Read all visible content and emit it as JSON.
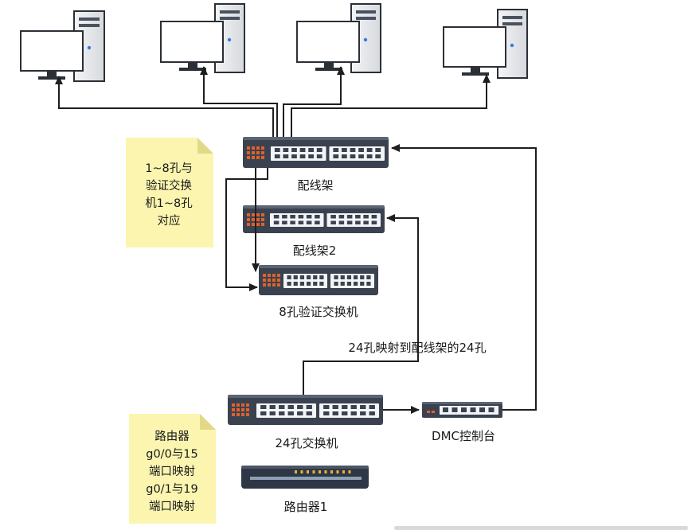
{
  "labels": {
    "patch_panel": "配线架",
    "patch_panel_2": "配线架2",
    "verify_switch": "8孔验证交换机",
    "mapping": "24孔映射到配线架的24孔",
    "switch_24": "24孔交换机",
    "dmc": "DMC控制台",
    "router": "路由器1"
  },
  "notes": {
    "ports": [
      "1~8孔与",
      "验证交换",
      "机1~8孔",
      "对应"
    ],
    "router": [
      "路由器",
      "g0/0与15",
      "端口映射",
      "g0/1与19",
      "端口映射"
    ]
  },
  "colors": {
    "device_body": "#3a4250",
    "port_white": "#f2f4f6",
    "orange_port": "#e0622a",
    "note_fill": "#fbf5b0",
    "note_fold": "#e2d988",
    "line": "#1e1e1e"
  }
}
